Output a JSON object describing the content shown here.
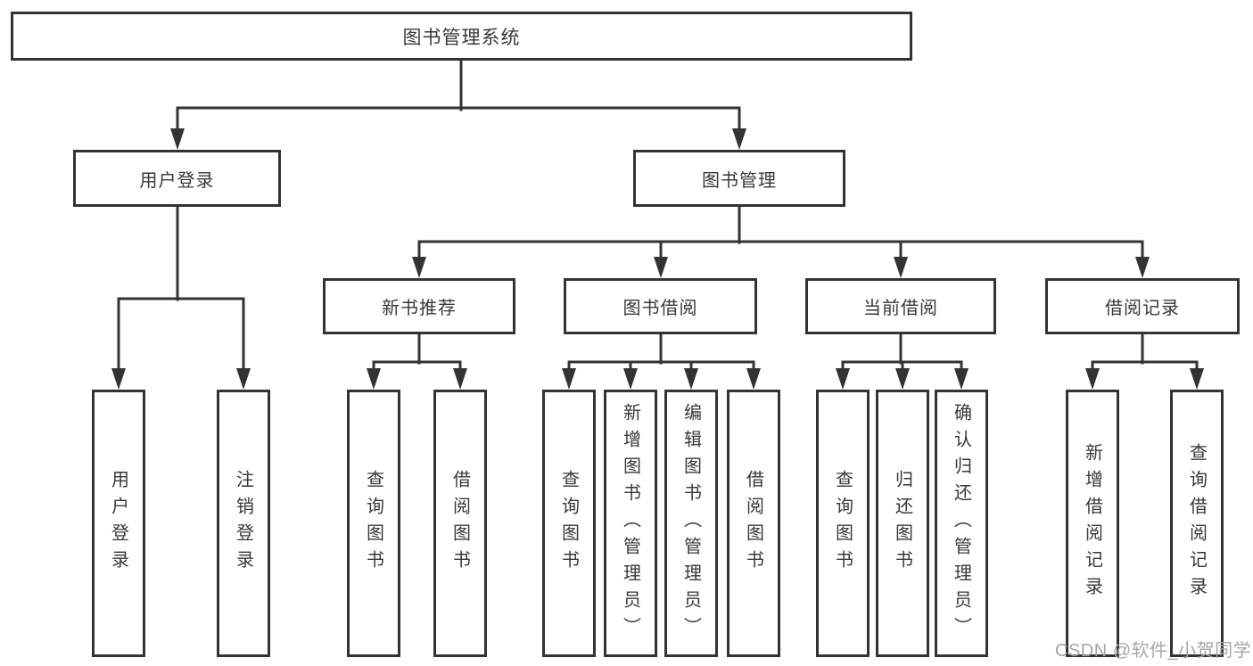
{
  "diagram": {
    "root": {
      "label": "图书管理系统",
      "children": [
        {
          "label": "用户登录",
          "children": [
            {
              "label": "用户登录"
            },
            {
              "label": "注销登录"
            }
          ]
        },
        {
          "label": "图书管理",
          "children": [
            {
              "label": "新书推荐",
              "children": [
                {
                  "label": "查询图书"
                },
                {
                  "label": "借阅图书"
                }
              ]
            },
            {
              "label": "图书借阅",
              "children": [
                {
                  "label": "查询图书"
                },
                {
                  "label": "新增图书（管理员）"
                },
                {
                  "label": "编辑图书（管理员）"
                },
                {
                  "label": "借阅图书"
                }
              ]
            },
            {
              "label": "当前借阅",
              "children": [
                {
                  "label": "查询图书"
                },
                {
                  "label": "归还图书"
                },
                {
                  "label": "确认归还（管理员）"
                }
              ]
            },
            {
              "label": "借阅记录",
              "children": [
                {
                  "label": "新增借阅记录"
                },
                {
                  "label": "查询借阅记录"
                }
              ]
            }
          ]
        }
      ]
    }
  },
  "watermark": {
    "text": "CSDN @软件_小贺同学"
  },
  "colors": {
    "line": "#333333",
    "box_border": "#333333",
    "text": "#383838",
    "watermark": "#a6a6a6",
    "background": "#ffffff"
  }
}
